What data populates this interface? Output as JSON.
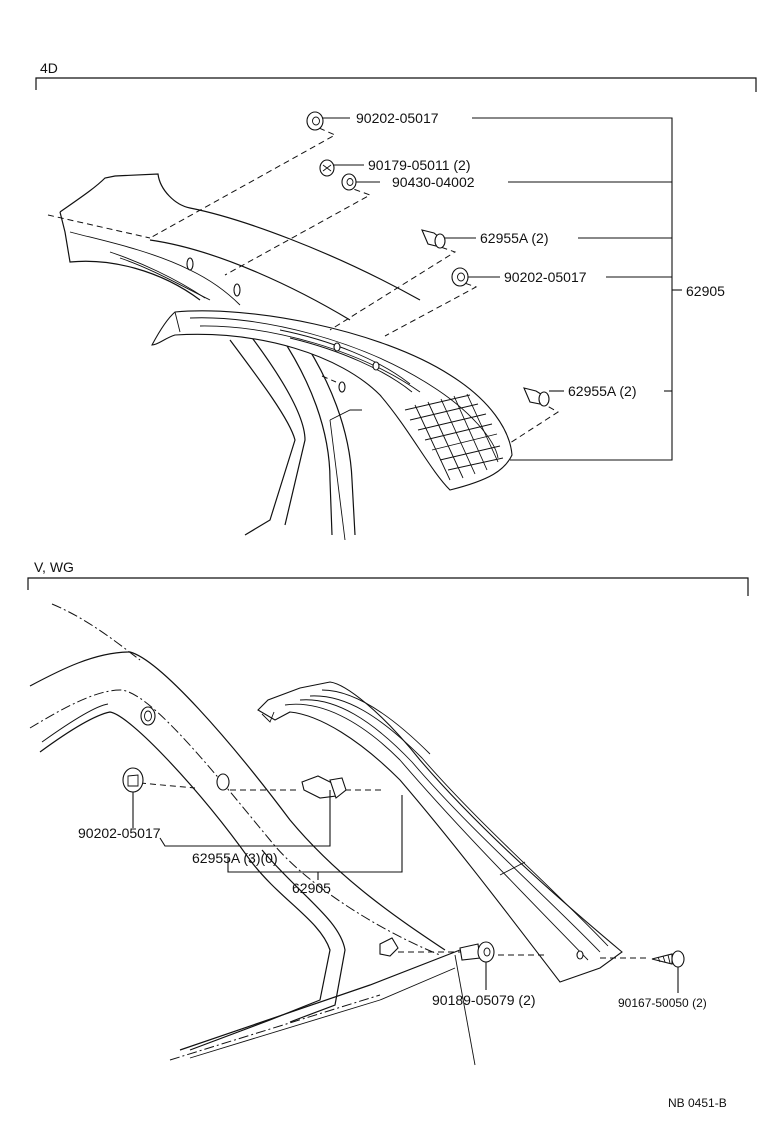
{
  "sections": [
    {
      "label": "4D"
    },
    {
      "label": "V, WG"
    }
  ],
  "callouts_4d": {
    "p1": "90202-05017",
    "p2": "90179-05011 (2)",
    "p3": "90430-04002",
    "p4": "62955A (2)",
    "p5": "90202-05017",
    "p6": "62955A (2)",
    "assembly": "62905"
  },
  "callouts_vwg": {
    "p1": "90202-05017",
    "p2": "62955A (3)(0)",
    "assembly": "62905",
    "p3": "90189-05079 (2)",
    "p4": "90167-50050 (2)"
  },
  "reference": "NB 0451-B"
}
